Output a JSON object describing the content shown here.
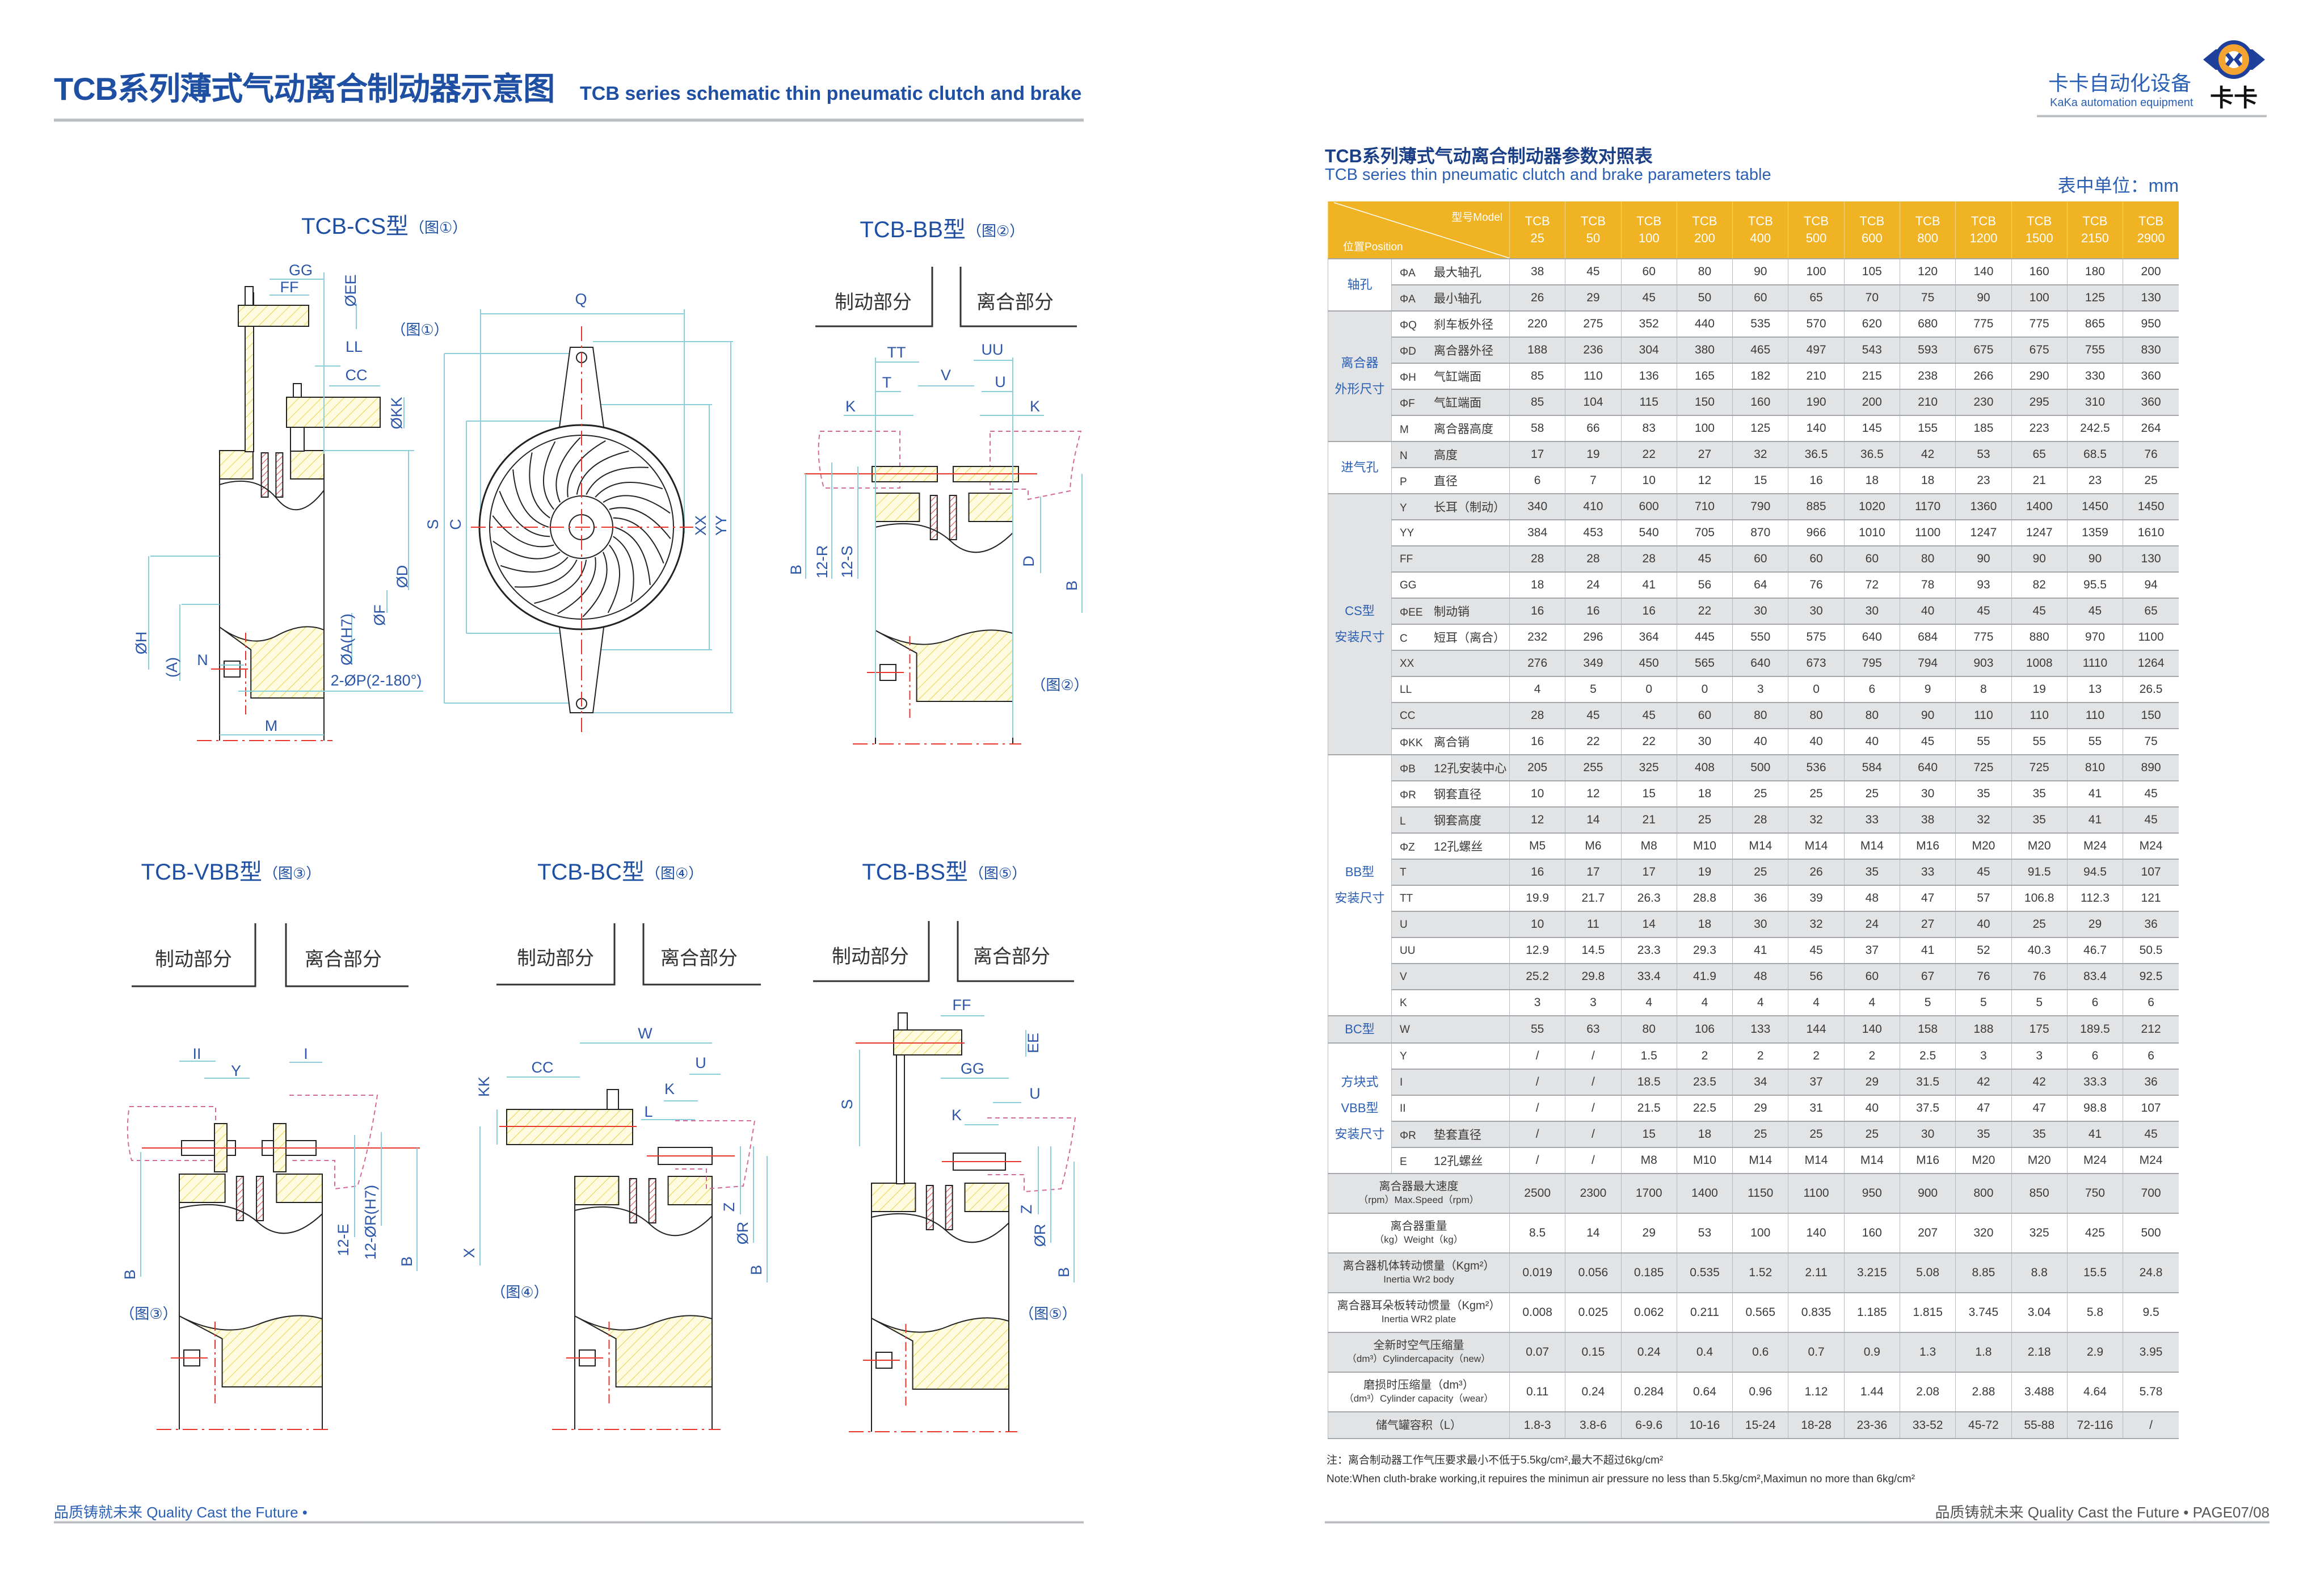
{
  "header": {
    "title_cn": "TCB系列薄式气动离合制动器示意图",
    "title_en": "TCB series schematic thin pneumatic clutch and brake",
    "company_cn": "卡卡自动化设备",
    "company_en": "KaKa automation equipment",
    "logo_text": "卡卡"
  },
  "colors": {
    "brand_blue": "#1e4fa3",
    "header_orange": "#f0b323",
    "row_gray": "#e1e3e5",
    "dim_line": "#8ccfdc",
    "center_red": "#e8362b",
    "hatch_yellow": "#e9d84a"
  },
  "drawings": {
    "brake_part": "制动部分",
    "clutch_part": "离合部分",
    "cs": {
      "title": "TCB-CS型",
      "fig": "（图①）",
      "fig_note": "（图①）",
      "dims": {
        "GG": "GG",
        "FF": "FF",
        "EE": "ØEE",
        "LL": "LL",
        "CC": "CC",
        "KK": "ØKK",
        "Q": "Q",
        "S": "S",
        "C": "C",
        "XX": "XX",
        "YY": "YY",
        "D": "ØD",
        "F": "ØF",
        "H": "ØH",
        "A": "(A)",
        "N": "N",
        "AH7": "ØA(H7)",
        "P": "2-ØP(2-180°)",
        "M": "M"
      }
    },
    "bb": {
      "title": "TCB-BB型",
      "fig": "（图②）",
      "fig_note": "（图②）",
      "dims": {
        "TT": "TT",
        "T": "T",
        "V": "V",
        "UU": "UU",
        "U": "U",
        "K1": "K",
        "K2": "K",
        "B1": "B",
        "R12": "12-R",
        "S12": "12-S",
        "D": "D",
        "B2": "B"
      }
    },
    "vbb": {
      "title": "TCB-VBB型",
      "fig": "（图③）",
      "fig_note": "（图③）",
      "dims": {
        "II": "II",
        "Y": "Y",
        "I": "I",
        "B1": "B",
        "E12": "12-E",
        "R12": "12-ØR(H7)",
        "B2": "B"
      }
    },
    "bc": {
      "title": "TCB-BC型",
      "fig": "（图④）",
      "fig_note": "（图④）",
      "dims": {
        "W": "W",
        "CC": "CC",
        "KK": "KK",
        "U": "U",
        "K": "K",
        "L": "L",
        "Z": "Z",
        "R": "ØR",
        "B": "B",
        "X": "X"
      }
    },
    "bs": {
      "title": "TCB-BS型",
      "fig": "（图⑤）",
      "fig_note": "（图⑤）",
      "dims": {
        "FF": "FF",
        "EE": "EE",
        "GG": "GG",
        "S": "S",
        "U": "U",
        "K": "K",
        "Z": "Z",
        "R": "ØR",
        "B": "B"
      }
    }
  },
  "table": {
    "title_cn": "TCB系列薄式气动离合制动器参数对照表",
    "title_en": "TCB series thin pneumatic clutch and brake parameters table",
    "unit": "表中单位：mm",
    "header_model": "型号Model",
    "header_position": "位置Position",
    "models": [
      {
        "a": "TCB",
        "b": "25"
      },
      {
        "a": "TCB",
        "b": "50"
      },
      {
        "a": "TCB",
        "b": "100"
      },
      {
        "a": "TCB",
        "b": "200"
      },
      {
        "a": "TCB",
        "b": "400"
      },
      {
        "a": "TCB",
        "b": "500"
      },
      {
        "a": "TCB",
        "b": "600"
      },
      {
        "a": "TCB",
        "b": "800"
      },
      {
        "a": "TCB",
        "b": "1200"
      },
      {
        "a": "TCB",
        "b": "1500"
      },
      {
        "a": "TCB",
        "b": "2150"
      },
      {
        "a": "TCB",
        "b": "2900"
      }
    ],
    "groups": [
      {
        "label": [
          "轴孔"
        ],
        "rows": [
          {
            "sym": "ΦA",
            "name": "最大轴孔",
            "values": [
              "38",
              "45",
              "60",
              "80",
              "90",
              "100",
              "105",
              "120",
              "140",
              "160",
              "180",
              "200"
            ]
          },
          {
            "sym": "ΦA",
            "name": "最小轴孔",
            "values": [
              "26",
              "29",
              "45",
              "50",
              "60",
              "65",
              "70",
              "75",
              "90",
              "100",
              "125",
              "130"
            ]
          }
        ]
      },
      {
        "label": [
          "离合器",
          "外形尺寸"
        ],
        "rows": [
          {
            "sym": "ΦQ",
            "name": "刹车板外径",
            "values": [
              "220",
              "275",
              "352",
              "440",
              "535",
              "570",
              "620",
              "680",
              "775",
              "775",
              "865",
              "950"
            ]
          },
          {
            "sym": "ΦD",
            "name": "离合器外径",
            "values": [
              "188",
              "236",
              "304",
              "380",
              "465",
              "497",
              "543",
              "593",
              "675",
              "675",
              "755",
              "830"
            ]
          },
          {
            "sym": "ΦH",
            "name": "气缸端面",
            "values": [
              "85",
              "110",
              "136",
              "165",
              "182",
              "210",
              "215",
              "238",
              "266",
              "290",
              "330",
              "360"
            ]
          },
          {
            "sym": "ΦF",
            "name": "气缸端面",
            "values": [
              "85",
              "104",
              "115",
              "150",
              "160",
              "190",
              "200",
              "210",
              "230",
              "295",
              "310",
              "360"
            ]
          },
          {
            "sym": "M",
            "name": "离合器高度",
            "values": [
              "58",
              "66",
              "83",
              "100",
              "125",
              "140",
              "145",
              "155",
              "185",
              "223",
              "242.5",
              "264"
            ]
          }
        ]
      },
      {
        "label": [
          "进气孔"
        ],
        "rows": [
          {
            "sym": "N",
            "name": "高度",
            "values": [
              "17",
              "19",
              "22",
              "27",
              "32",
              "36.5",
              "36.5",
              "42",
              "53",
              "65",
              "68.5",
              "76"
            ]
          },
          {
            "sym": "P",
            "name": "直径",
            "values": [
              "6",
              "7",
              "10",
              "12",
              "15",
              "16",
              "18",
              "18",
              "23",
              "21",
              "23",
              "25"
            ]
          }
        ]
      },
      {
        "label": [
          "CS型",
          "安装尺寸"
        ],
        "rows": [
          {
            "sym": "Y",
            "name": "长耳（制动）",
            "values": [
              "340",
              "410",
              "600",
              "710",
              "790",
              "885",
              "1020",
              "1170",
              "1360",
              "1400",
              "1450",
              "1450"
            ]
          },
          {
            "sym": "YY",
            "name": "",
            "values": [
              "384",
              "453",
              "540",
              "705",
              "870",
              "966",
              "1010",
              "1100",
              "1247",
              "1247",
              "1359",
              "1610"
            ]
          },
          {
            "sym": "FF",
            "name": "",
            "values": [
              "28",
              "28",
              "28",
              "45",
              "60",
              "60",
              "60",
              "80",
              "90",
              "90",
              "90",
              "130"
            ]
          },
          {
            "sym": "GG",
            "name": "",
            "values": [
              "18",
              "24",
              "41",
              "56",
              "64",
              "76",
              "72",
              "78",
              "93",
              "82",
              "95.5",
              "94"
            ]
          },
          {
            "sym": "ΦEE",
            "name": "制动销",
            "values": [
              "16",
              "16",
              "16",
              "22",
              "30",
              "30",
              "30",
              "40",
              "45",
              "45",
              "45",
              "65"
            ]
          },
          {
            "sym": "C",
            "name": "短耳（离合）",
            "values": [
              "232",
              "296",
              "364",
              "445",
              "550",
              "575",
              "640",
              "684",
              "775",
              "880",
              "970",
              "1100"
            ]
          },
          {
            "sym": "XX",
            "name": "",
            "values": [
              "276",
              "349",
              "450",
              "565",
              "640",
              "673",
              "795",
              "794",
              "903",
              "1008",
              "1110",
              "1264"
            ]
          },
          {
            "sym": "LL",
            "name": "",
            "values": [
              "4",
              "5",
              "0",
              "0",
              "3",
              "0",
              "6",
              "9",
              "8",
              "19",
              "13",
              "26.5"
            ]
          },
          {
            "sym": "CC",
            "name": "",
            "values": [
              "28",
              "45",
              "45",
              "60",
              "80",
              "80",
              "80",
              "90",
              "110",
              "110",
              "110",
              "150"
            ]
          },
          {
            "sym": "ΦKK",
            "name": "离合销",
            "values": [
              "16",
              "22",
              "22",
              "30",
              "40",
              "40",
              "40",
              "45",
              "55",
              "55",
              "55",
              "75"
            ]
          }
        ]
      },
      {
        "label": [
          "BB型",
          "安装尺寸"
        ],
        "rows": [
          {
            "sym": "ΦB",
            "name": "12孔安装中心",
            "values": [
              "205",
              "255",
              "325",
              "408",
              "500",
              "536",
              "584",
              "640",
              "725",
              "725",
              "810",
              "890"
            ]
          },
          {
            "sym": "ΦR",
            "name": "钢套直径",
            "values": [
              "10",
              "12",
              "15",
              "18",
              "25",
              "25",
              "25",
              "30",
              "35",
              "35",
              "41",
              "45"
            ]
          },
          {
            "sym": "L",
            "name": "钢套高度",
            "values": [
              "12",
              "14",
              "21",
              "25",
              "28",
              "32",
              "33",
              "38",
              "32",
              "35",
              "41",
              "45"
            ]
          },
          {
            "sym": "ΦZ",
            "name": "12孔螺丝",
            "values": [
              "M5",
              "M6",
              "M8",
              "M10",
              "M14",
              "M14",
              "M14",
              "M16",
              "M20",
              "M20",
              "M24",
              "M24"
            ]
          },
          {
            "sym": "T",
            "name": "",
            "values": [
              "16",
              "17",
              "17",
              "19",
              "25",
              "26",
              "35",
              "33",
              "45",
              "91.5",
              "94.5",
              "107"
            ]
          },
          {
            "sym": "TT",
            "name": "",
            "values": [
              "19.9",
              "21.7",
              "26.3",
              "28.8",
              "36",
              "39",
              "48",
              "47",
              "57",
              "106.8",
              "112.3",
              "121"
            ]
          },
          {
            "sym": "U",
            "name": "",
            "values": [
              "10",
              "11",
              "14",
              "18",
              "30",
              "32",
              "24",
              "27",
              "40",
              "25",
              "29",
              "36"
            ]
          },
          {
            "sym": "UU",
            "name": "",
            "values": [
              "12.9",
              "14.5",
              "23.3",
              "29.3",
              "41",
              "45",
              "37",
              "41",
              "52",
              "40.3",
              "46.7",
              "50.5"
            ]
          },
          {
            "sym": "V",
            "name": "",
            "values": [
              "25.2",
              "29.8",
              "33.4",
              "41.9",
              "48",
              "56",
              "60",
              "67",
              "76",
              "76",
              "83.4",
              "92.5"
            ]
          },
          {
            "sym": "K",
            "name": "",
            "values": [
              "3",
              "3",
              "4",
              "4",
              "4",
              "4",
              "4",
              "5",
              "5",
              "5",
              "6",
              "6"
            ]
          }
        ]
      },
      {
        "label": [
          "BC型"
        ],
        "rows": [
          {
            "sym": "W",
            "name": "",
            "values": [
              "55",
              "63",
              "80",
              "106",
              "133",
              "144",
              "140",
              "158",
              "188",
              "175",
              "189.5",
              "212"
            ]
          }
        ]
      },
      {
        "label": [
          "方块式",
          "VBB型",
          "安装尺寸"
        ],
        "rows": [
          {
            "sym": "Y",
            "name": "",
            "values": [
              "/",
              "/",
              "1.5",
              "2",
              "2",
              "2",
              "2",
              "2.5",
              "3",
              "3",
              "6",
              "6"
            ]
          },
          {
            "sym": "I",
            "name": "",
            "values": [
              "/",
              "/",
              "18.5",
              "23.5",
              "34",
              "37",
              "29",
              "31.5",
              "42",
              "42",
              "33.3",
              "36"
            ]
          },
          {
            "sym": "II",
            "name": "",
            "values": [
              "/",
              "/",
              "21.5",
              "22.5",
              "29",
              "31",
              "40",
              "37.5",
              "47",
              "47",
              "98.8",
              "107"
            ]
          },
          {
            "sym": "ΦR",
            "name": "垫套直径",
            "values": [
              "/",
              "/",
              "15",
              "18",
              "25",
              "25",
              "25",
              "30",
              "35",
              "35",
              "41",
              "45"
            ]
          },
          {
            "sym": "E",
            "name": "12孔螺丝",
            "values": [
              "/",
              "/",
              "M8",
              "M10",
              "M14",
              "M14",
              "M14",
              "M16",
              "M20",
              "M20",
              "M24",
              "M24"
            ]
          }
        ]
      }
    ],
    "summary_rows": [
      {
        "label": [
          "离合器最大速度",
          "（rpm）Max.Speed（rpm）"
        ],
        "values": [
          "2500",
          "2300",
          "1700",
          "1400",
          "1150",
          "1100",
          "950",
          "900",
          "800",
          "850",
          "750",
          "700"
        ]
      },
      {
        "label": [
          "离合器重量",
          "（kg）Weight（kg）"
        ],
        "values": [
          "8.5",
          "14",
          "29",
          "53",
          "100",
          "140",
          "160",
          "207",
          "320",
          "325",
          "425",
          "500"
        ]
      },
      {
        "label": [
          "离合器机体转动惯量（Kgm²）",
          "Inertia Wr2 body"
        ],
        "values": [
          "0.019",
          "0.056",
          "0.185",
          "0.535",
          "1.52",
          "2.11",
          "3.215",
          "5.08",
          "8.85",
          "8.8",
          "15.5",
          "24.8"
        ]
      },
      {
        "label": [
          "离合器耳朵板转动惯量（Kgm²）",
          "Inertia WR2 plate"
        ],
        "values": [
          "0.008",
          "0.025",
          "0.062",
          "0.211",
          "0.565",
          "0.835",
          "1.185",
          "1.815",
          "3.745",
          "3.04",
          "5.8",
          "9.5"
        ]
      },
      {
        "label": [
          "全新时空气压缩量",
          "（dm³）Cylindercapacity（new）"
        ],
        "values": [
          "0.07",
          "0.15",
          "0.24",
          "0.4",
          "0.6",
          "0.7",
          "0.9",
          "1.3",
          "1.8",
          "2.18",
          "2.9",
          "3.95"
        ]
      },
      {
        "label": [
          "磨损时压缩量（dm³）",
          "（dm³）Cylinder capacity（wear）"
        ],
        "values": [
          "0.11",
          "0.24",
          "0.284",
          "0.64",
          "0.96",
          "1.12",
          "1.44",
          "2.08",
          "2.88",
          "3.488",
          "4.64",
          "5.78"
        ]
      },
      {
        "label": [
          "储气罐容积（L）"
        ],
        "values": [
          "1.8-3",
          "3.8-6",
          "6-9.6",
          "10-16",
          "15-24",
          "18-28",
          "23-36",
          "33-52",
          "45-72",
          "55-88",
          "72-116",
          "/"
        ]
      }
    ],
    "note_cn": "注：离合制动器工作气压要求最小不低于5.5kg/cm²,最大不超过6kg/cm²",
    "note_en": "Note:When cluth-brake working,it repuires the minimun air pressure no less than 5.5kg/cm²,Maximun no more than 6kg/cm²"
  },
  "footer": {
    "left": "品质铸就未来 Quality Cast the Future •",
    "right": "品质铸就未来 Quality Cast the Future • PAGE07/08"
  }
}
